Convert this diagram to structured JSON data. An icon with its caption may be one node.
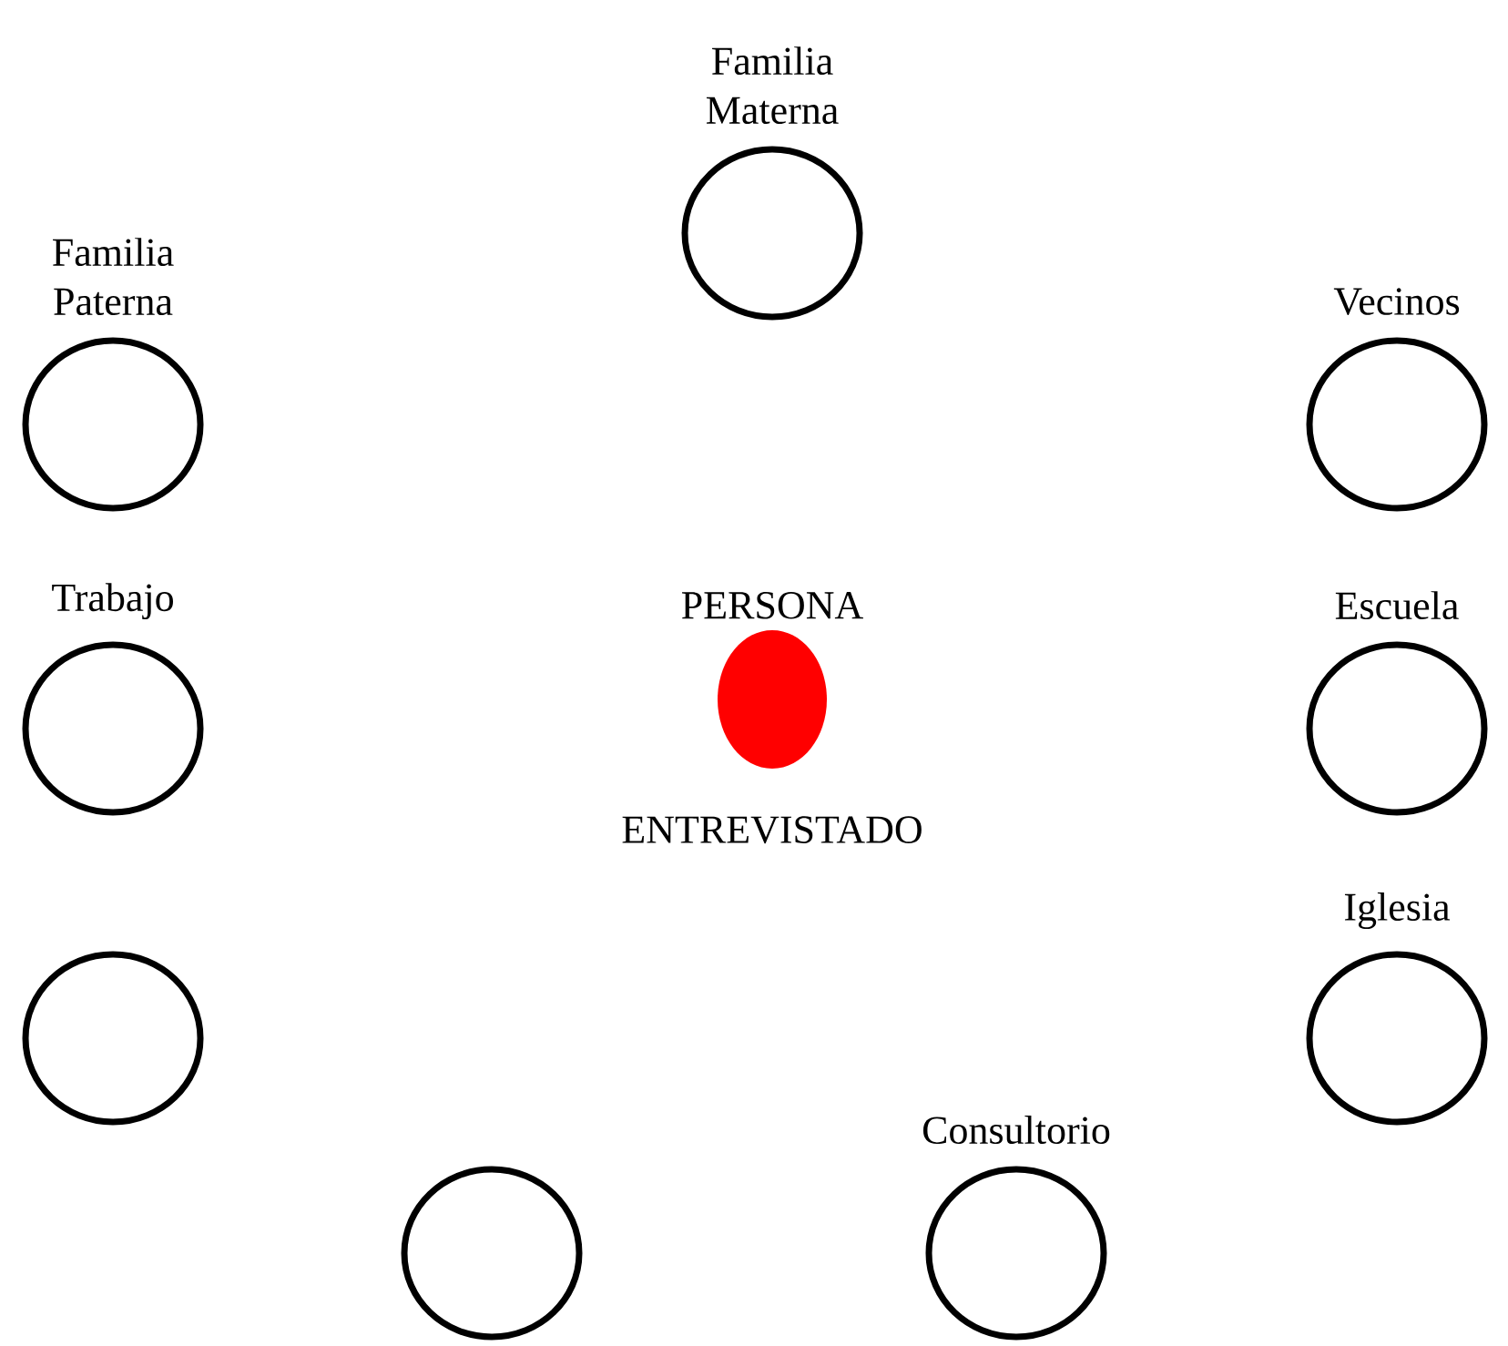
{
  "diagram": {
    "nodes": [
      {
        "text": [
          "Familia Materna"
        ]
      },
      {
        "text": [
          "Familia Paterna"
        ]
      },
      {
        "text": [
          "Vecinos"
        ]
      },
      {
        "text": [
          "Trabajo"
        ]
      },
      {
        "text": [
          "PERSONA",
          "ENTREVISTADO"
        ]
      },
      {
        "text": [],
        "shape": "circle",
        "in": 4
      },
      {
        "text": [
          "Escuela"
        ]
      },
      {
        "text": [],
        "shape": "circle"
      },
      {
        "text": [
          "Iglesia"
        ]
      },
      {
        "text": [
          "Consultorio"
        ]
      },
      {
        "text": [],
        "shape": "circle"
      }
    ]
  }
}
